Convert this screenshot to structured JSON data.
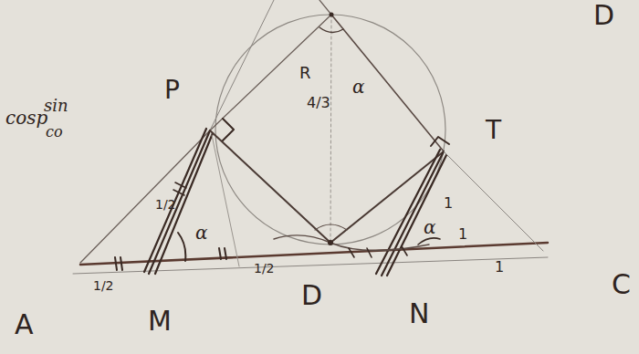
{
  "diagram": {
    "labels": [
      "cosp",
      "sin",
      "co",
      "P",
      "R",
      "4/3",
      "α",
      "T",
      "1/2",
      "α",
      "1/2",
      "1/2",
      "D",
      "α",
      "1",
      "1",
      "1",
      "A",
      "M",
      "N",
      "D",
      "C"
    ]
  }
}
